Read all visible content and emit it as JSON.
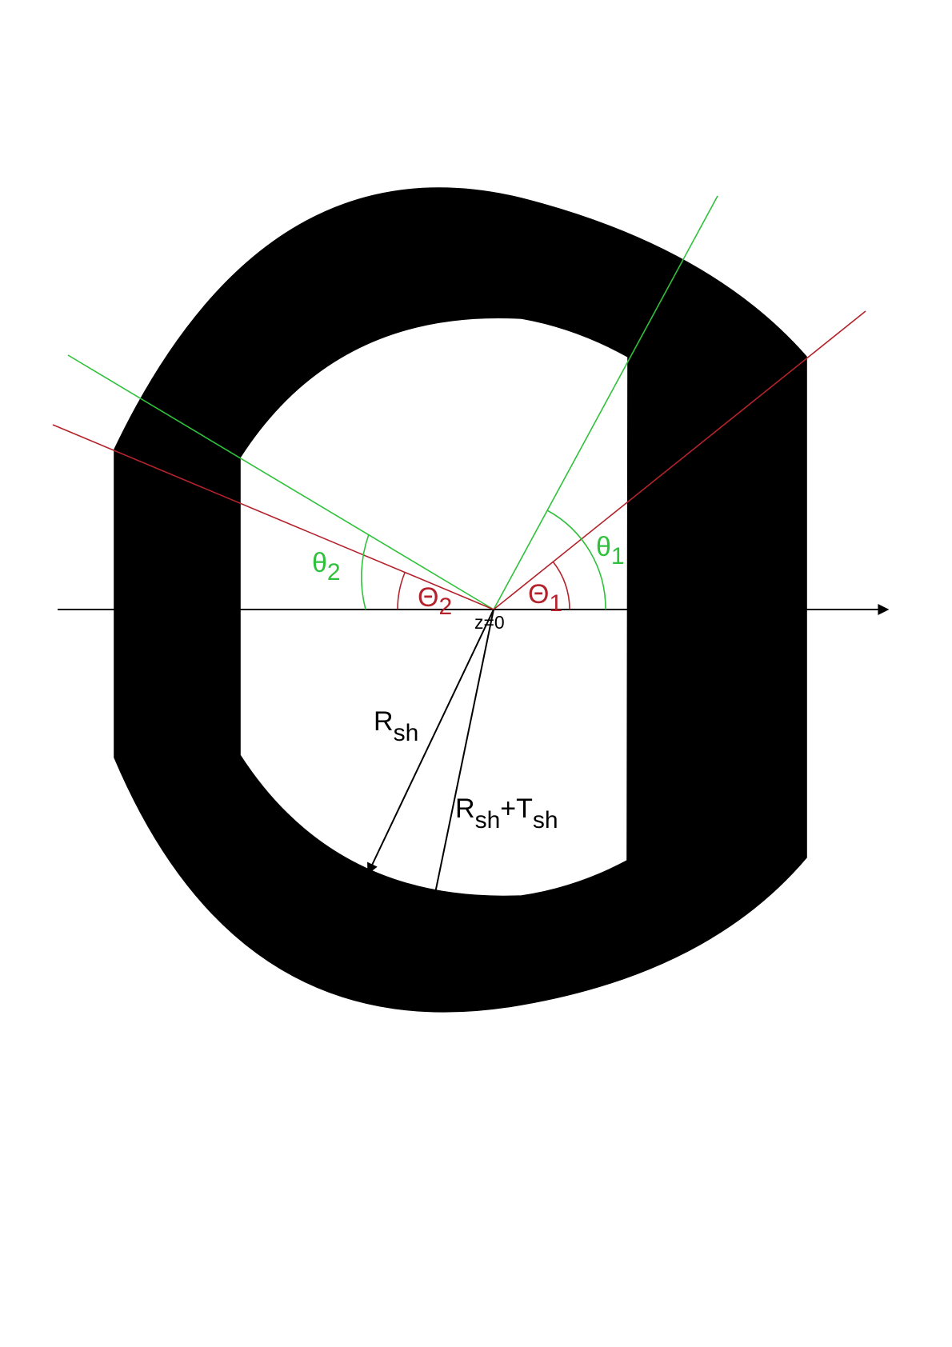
{
  "colors": {
    "shield_fill": "#f8fb00",
    "outline": "#000000",
    "green": "#2fc13b",
    "red": "#b4232c",
    "text": "#000000"
  },
  "labels": {
    "theta1_base": "θ",
    "theta1_sub": "1",
    "theta2_base": "θ",
    "theta2_sub": "2",
    "Theta1_base": "Θ",
    "Theta1_sub": "1",
    "Theta2_base": "Θ",
    "Theta2_sub": "2",
    "origin": "z=0",
    "inner_radius_base": "R",
    "inner_radius_sub": "sh",
    "outer_radius_base": "R",
    "outer_radius_sub1": "sh",
    "outer_radius_plus": "+T",
    "outer_radius_sub2": "sh"
  }
}
